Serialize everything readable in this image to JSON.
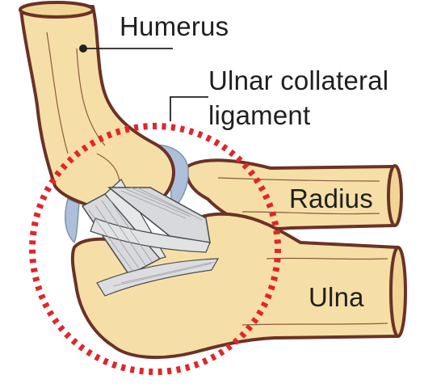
{
  "labels": {
    "humerus": "Humerus",
    "ucl_line1": "Ulnar collateral",
    "ucl_line2": "ligament",
    "radius": "Radius",
    "ulna": "Ulna"
  },
  "colors": {
    "bone_fill": "#f6dfa7",
    "bone_outline": "#6b3226",
    "cartilage": "#aebfd9",
    "ligament": "#d7d9dc",
    "highlight_ring": "#e0262b",
    "leader_line": "#222222",
    "text": "#1f1f1f"
  }
}
